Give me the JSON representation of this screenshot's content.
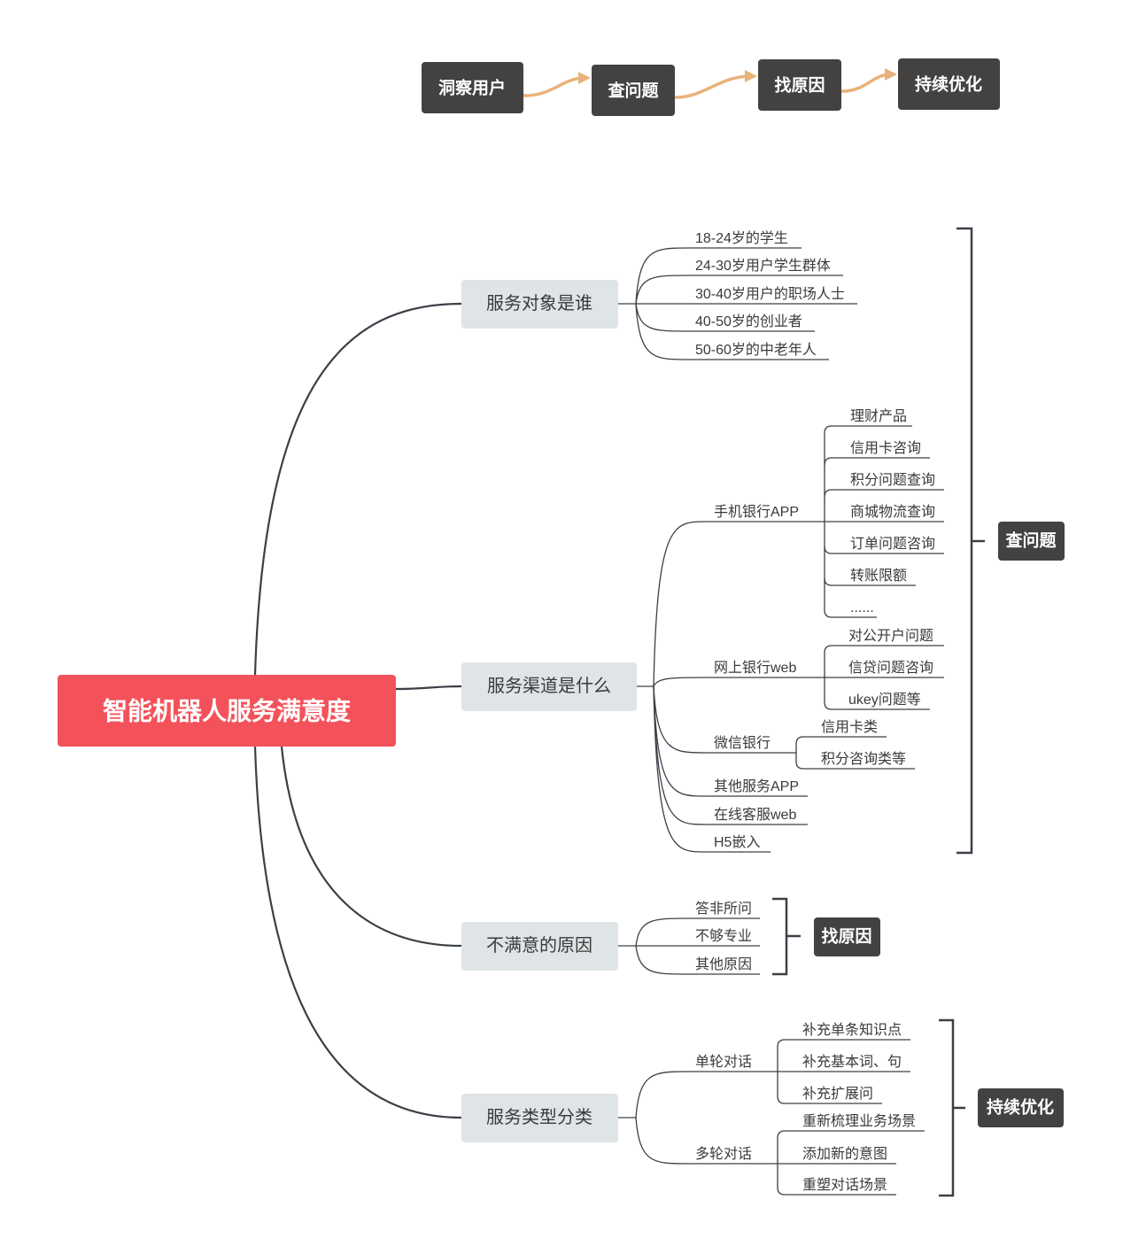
{
  "flow": {
    "steps": [
      "洞察用户",
      "查问题",
      "找原因",
      "持续优化"
    ]
  },
  "mindmap": {
    "root": "智能机器人服务满意度",
    "branches": [
      {
        "label": "服务对象是谁",
        "children": [
          {
            "label": "18-24岁的学生"
          },
          {
            "label": "24-30岁用户学生群体"
          },
          {
            "label": "30-40岁用户的职场人士"
          },
          {
            "label": "40-50岁的创业者"
          },
          {
            "label": "50-60岁的中老年人"
          }
        ]
      },
      {
        "label": "服务渠道是什么",
        "children": [
          {
            "label": "手机银行APP",
            "children": [
              {
                "label": "理财产品"
              },
              {
                "label": "信用卡咨询"
              },
              {
                "label": "积分问题查询"
              },
              {
                "label": "商城物流查询"
              },
              {
                "label": "订单问题咨询"
              },
              {
                "label": "转账限额"
              },
              {
                "label": "......"
              }
            ]
          },
          {
            "label": "网上银行web",
            "children": [
              {
                "label": "对公开户问题"
              },
              {
                "label": "信贷问题咨询"
              },
              {
                "label": "ukey问题等"
              }
            ]
          },
          {
            "label": "微信银行",
            "children": [
              {
                "label": "信用卡类"
              },
              {
                "label": "积分咨询类等"
              }
            ]
          },
          {
            "label": "其他服务APP"
          },
          {
            "label": "在线客服web"
          },
          {
            "label": "H5嵌入"
          }
        ]
      },
      {
        "label": "不满意的原因",
        "children": [
          {
            "label": "答非所问"
          },
          {
            "label": "不够专业"
          },
          {
            "label": "其他原因"
          }
        ]
      },
      {
        "label": "服务类型分类",
        "children": [
          {
            "label": "单轮对话",
            "children": [
              {
                "label": "补充单条知识点"
              },
              {
                "label": "补充基本词、句"
              },
              {
                "label": "补充扩展问"
              }
            ]
          },
          {
            "label": "多轮对话",
            "children": [
              {
                "label": "重新梳理业务场景"
              },
              {
                "label": "添加新的意图"
              },
              {
                "label": "重塑对话场景"
              }
            ]
          }
        ]
      }
    ],
    "summaries": [
      "查问题",
      "找原因",
      "持续优化"
    ]
  },
  "colors": {
    "root": "#f4525b",
    "branch": "#dfe4e6",
    "dark_box": "#434240",
    "arrow": "#e9b27b",
    "line": "#3b4047",
    "text": "#3a3a3a"
  }
}
